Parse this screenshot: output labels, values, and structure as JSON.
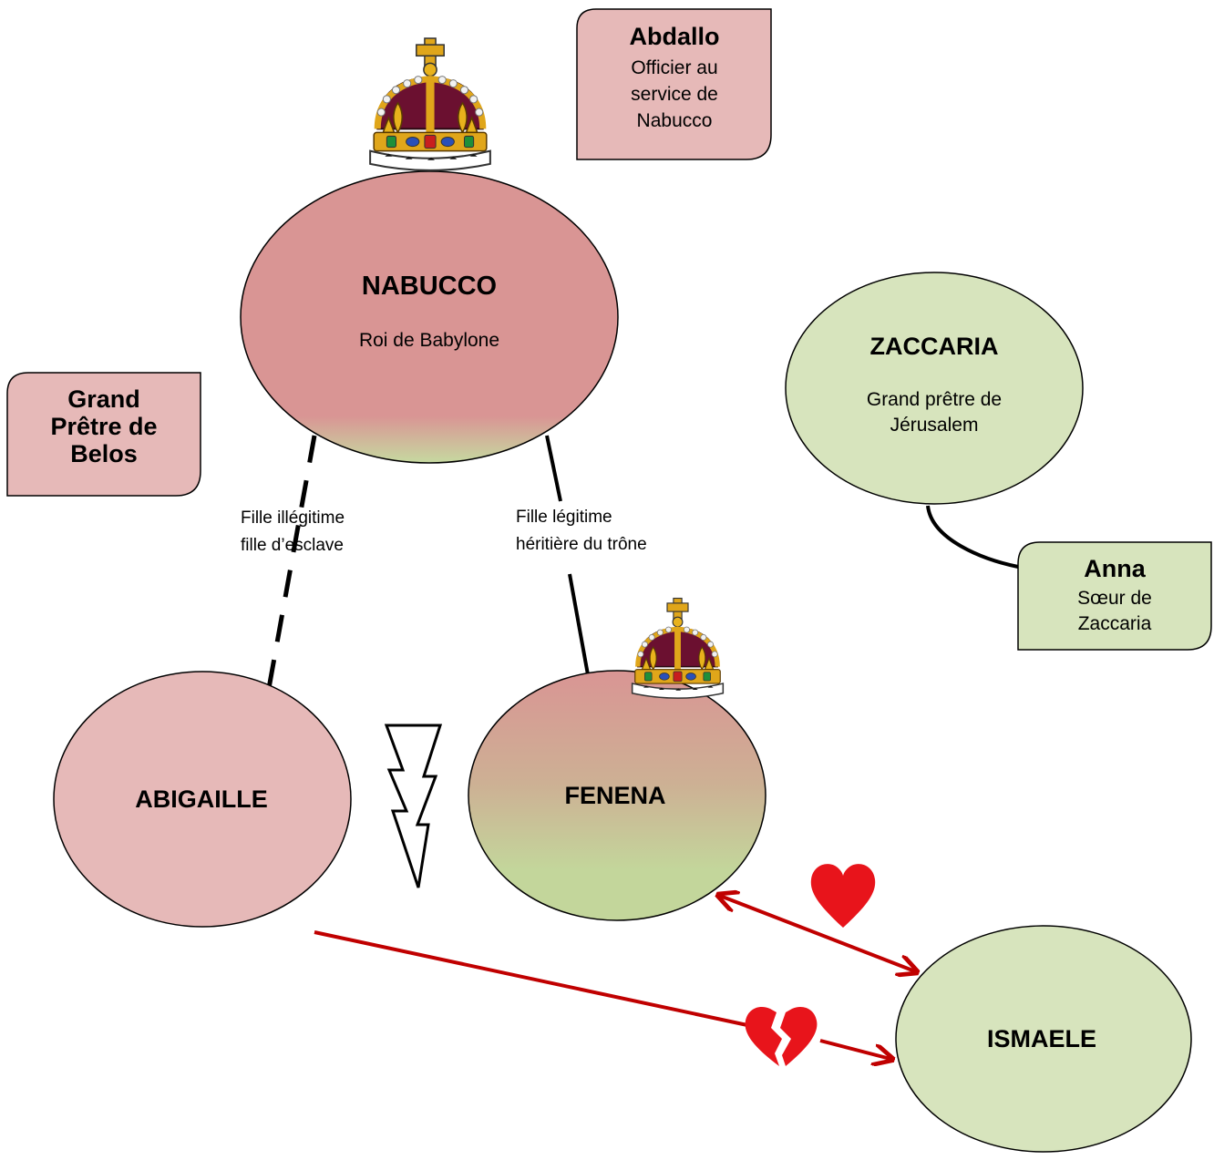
{
  "nodes": {
    "nabucco": {
      "name": "NABUCCO",
      "role": "Roi de Babylone",
      "fill_top": "#d99594",
      "fill_bottom": "#c6d9a0"
    },
    "zaccaria": {
      "name": "ZACCARIA",
      "role_line1": "Grand prêtre de",
      "role_line2": "Jérusalem",
      "fill": "#d7e4bd"
    },
    "abigaille": {
      "name": "ABIGAILLE",
      "fill": "#e6b9b8"
    },
    "fenena": {
      "name": "FENENA",
      "fill_top": "#d99594",
      "fill_bottom": "#c3d69b"
    },
    "ismaele": {
      "name": "ISMAELE",
      "fill": "#d7e4bd"
    }
  },
  "boxes": {
    "abdallo": {
      "name": "Abdallo",
      "line1": "Officier au",
      "line2": "service de",
      "line3": "Nabucco",
      "fill": "#e6b9b8"
    },
    "grand_pretre": {
      "line1": "Grand",
      "line2": "Prêtre de",
      "line3": "Belos",
      "fill": "#e6b9b8"
    },
    "anna": {
      "name": "Anna",
      "line1": "Sœur de",
      "line2": "Zaccaria",
      "fill": "#d7e4bd"
    }
  },
  "relations": {
    "abigaille": {
      "line1": "Fille illégitime",
      "line2": "fille d’esclave",
      "style": "dashed"
    },
    "fenena": {
      "line1": "Fille légitime",
      "line2": "héritière du trône",
      "style": "solid"
    },
    "love": {
      "icon": "heart-icon",
      "color": "#e8141b"
    },
    "unrequited": {
      "icon": "broken-heart-icon",
      "color": "#e8141b"
    },
    "rivalry": {
      "icon": "lightning-icon"
    },
    "arrow_color": "#c00000"
  },
  "decorations": {
    "crown": "crown-icon"
  }
}
